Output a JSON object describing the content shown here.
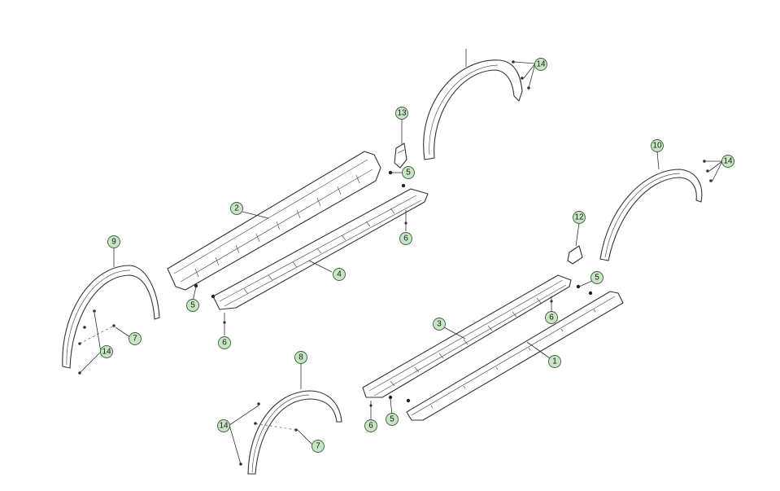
{
  "diagram": {
    "callouts": [
      {
        "id": "c1",
        "label": "1"
      },
      {
        "id": "c2",
        "label": "2"
      },
      {
        "id": "c3",
        "label": "3"
      },
      {
        "id": "c4",
        "label": "4"
      },
      {
        "id": "c5a",
        "label": "5"
      },
      {
        "id": "c5b",
        "label": "5"
      },
      {
        "id": "c5c",
        "label": "5"
      },
      {
        "id": "c5d",
        "label": "5"
      },
      {
        "id": "c6a",
        "label": "6"
      },
      {
        "id": "c6b",
        "label": "6"
      },
      {
        "id": "c6c",
        "label": "6"
      },
      {
        "id": "c6d",
        "label": "6"
      },
      {
        "id": "c7a",
        "label": "7"
      },
      {
        "id": "c7b",
        "label": "7"
      },
      {
        "id": "c8",
        "label": "8"
      },
      {
        "id": "c9",
        "label": "9"
      },
      {
        "id": "c10",
        "label": "10"
      },
      {
        "id": "c12",
        "label": "12"
      },
      {
        "id": "c13",
        "label": "13"
      },
      {
        "id": "c14a",
        "label": "14"
      },
      {
        "id": "c14b",
        "label": "14"
      },
      {
        "id": "c14c",
        "label": "14"
      },
      {
        "id": "c14d",
        "label": "14"
      }
    ],
    "colors": {
      "callout_fill": "#c8e6c4",
      "line": "#333333"
    }
  }
}
